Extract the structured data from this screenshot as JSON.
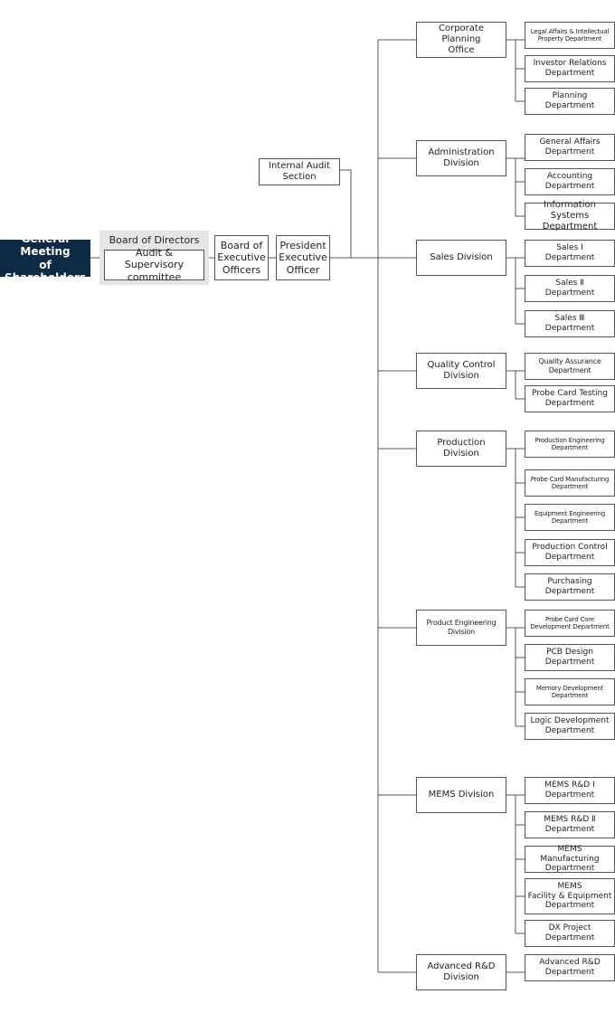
{
  "colors": {
    "header_bg": "#0d2b45",
    "panel_bg": "#e5e5e5",
    "line": "#555555"
  },
  "shareholders": "General Meeting\nof Shareholders",
  "board_of_directors": "Board of Directors",
  "audit_committee": "Audit & Supervisory\ncommittee",
  "board_of_executive_officers": "Board of\nExecutive\nOfficers",
  "president": "President\nExecutive\nOfficer",
  "internal_audit": "Internal Audit\nSection",
  "divisions": [
    {
      "name": "Corporate Planning\nOffice",
      "departments": [
        "Legal Affairs & Intellectual\nProperty Department",
        "Investor Relations\nDepartment",
        "Planning\nDepartment"
      ]
    },
    {
      "name": "Administration\nDivision",
      "departments": [
        "General Affairs\nDepartment",
        "Accounting\nDepartment",
        "Information Systems\nDepartment"
      ]
    },
    {
      "name": "Sales Division",
      "departments": [
        "Sales Ⅰ\nDepartment",
        "Sales Ⅱ\nDepartment",
        "Sales Ⅲ\nDepartment"
      ]
    },
    {
      "name": "Quality Control\nDivision",
      "departments": [
        "Quality Assurance\nDepartment",
        "Probe Card Testing\nDepartment"
      ]
    },
    {
      "name": "Production\nDivision",
      "departments": [
        "Production Engineering\nDepartment",
        "Probe Card Manufacturing\nDepartment",
        "Equipment Engineering\nDepartment",
        "Production Control\nDepartment",
        "Purchasing\nDepartment"
      ]
    },
    {
      "name": "Product Engineering\nDivision",
      "departments": [
        "Probe Card Core\nDevelopment Department",
        "PCB Design\nDepartment",
        "Memory Development\nDepartment",
        "Logic Development\nDepartment"
      ]
    },
    {
      "name": "MEMS Division",
      "departments": [
        "MEMS R&D Ⅰ\nDepartment",
        "MEMS R&D Ⅱ\nDepartment",
        "MEMS Manufacturing\nDepartment",
        "MEMS\nFacility & Equipment\nDepartment",
        "DX Project\nDepartment"
      ]
    },
    {
      "name": "Advanced R&D\nDivision",
      "departments": [
        "Advanced R&D\nDepartment"
      ]
    }
  ]
}
